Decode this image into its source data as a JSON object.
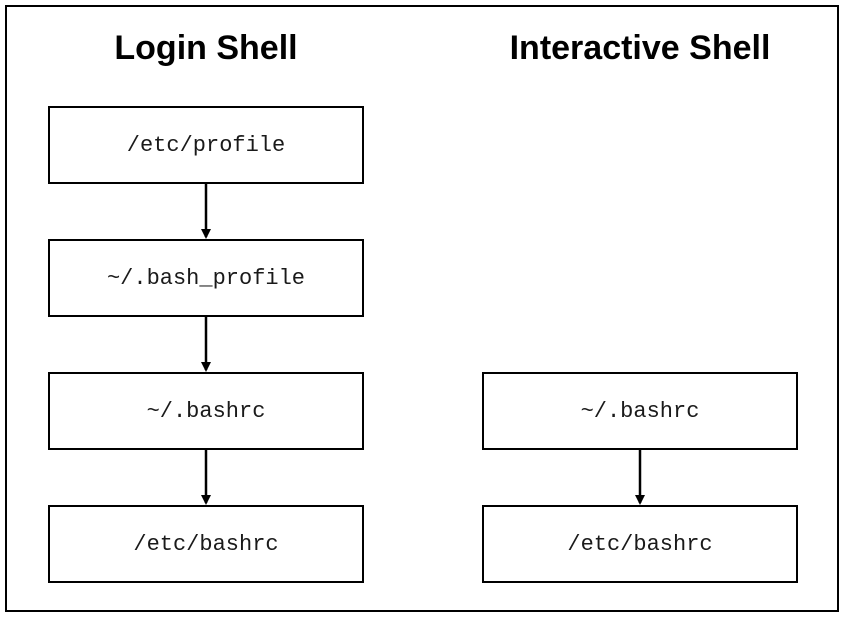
{
  "columns": [
    {
      "title": "Login Shell",
      "nodes": [
        "/etc/profile",
        "~/.bash_profile",
        "~/.bashrc",
        "/etc/bashrc"
      ]
    },
    {
      "title": "Interactive Shell",
      "nodes": [
        "~/.bashrc",
        "/etc/bashrc"
      ]
    }
  ],
  "edges": [
    {
      "from": "login.0",
      "to": "login.1"
    },
    {
      "from": "login.1",
      "to": "login.2"
    },
    {
      "from": "login.2",
      "to": "login.3"
    },
    {
      "from": "interactive.0",
      "to": "interactive.1"
    }
  ],
  "colors": {
    "stroke": "#000000",
    "background": "#ffffff"
  }
}
